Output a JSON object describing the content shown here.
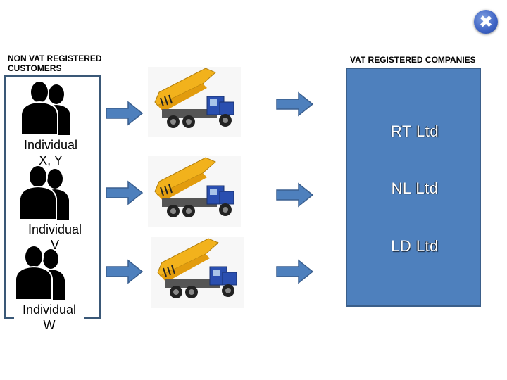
{
  "left_heading": "NON VAT REGISTERED CUSTOMERS",
  "right_heading": "VAT REGISTERED COMPANIES",
  "close_icon": "✖",
  "customers": [
    {
      "line1": "Individual",
      "line2": "X, Y"
    },
    {
      "line1": "Individual",
      "line2": "V"
    },
    {
      "line1": "Individual",
      "line2": "W"
    }
  ],
  "companies": [
    "RT Ltd",
    "NL Ltd",
    "LD Ltd"
  ],
  "colors": {
    "company_box": "#4e80bd",
    "arrow": "#4e80bd",
    "truck_bed": "#f2b21c",
    "truck_cab": "#2a4fb0"
  }
}
